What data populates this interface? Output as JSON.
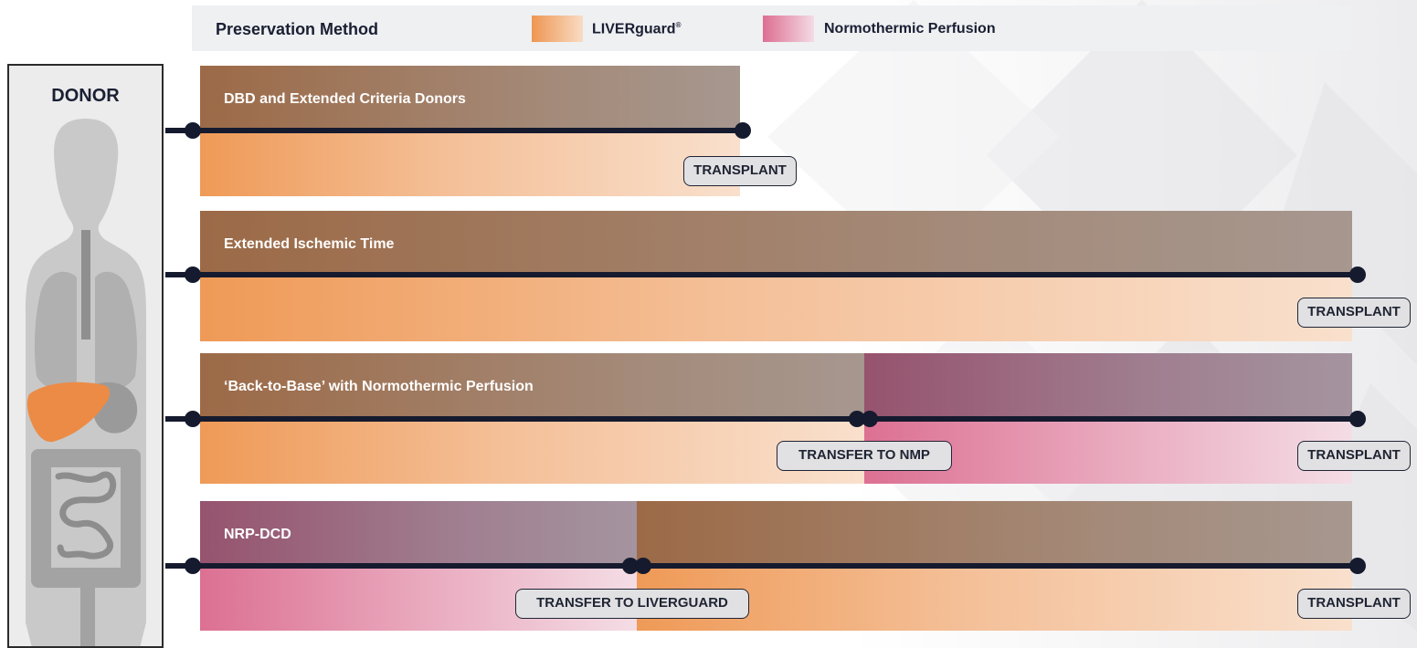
{
  "legend": {
    "title": "Preservation Method",
    "liverguard_label": "LIVERguard",
    "liverguard_mark": "®",
    "nmp_label": "Normothermic Perfusion"
  },
  "donor": {
    "title": "DONOR"
  },
  "rows": [
    {
      "title": "DBD and Extended Criteria Donors",
      "labels": [
        "TRANSPLANT"
      ],
      "methods": [
        "LIVERguard"
      ]
    },
    {
      "title": "Extended Ischemic Time",
      "labels": [
        "TRANSPLANT"
      ],
      "methods": [
        "LIVERguard"
      ]
    },
    {
      "title": "‘Back-to-Base’ with Normothermic Perfusion",
      "labels": [
        "TRANSFER TO NMP",
        "TRANSPLANT"
      ],
      "methods": [
        "LIVERguard",
        "Normothermic Perfusion"
      ]
    },
    {
      "title": "NRP-DCD",
      "labels": [
        "TRANSFER TO LIVERGUARD",
        "TRANSPLANT"
      ],
      "methods": [
        "Normothermic Perfusion",
        "LIVERguard"
      ]
    }
  ],
  "colors": {
    "liverguard": "#ee9652",
    "normothermic": "#dd6e92",
    "timeline": "#151a2e",
    "liver_organ": "#ec8b46"
  }
}
